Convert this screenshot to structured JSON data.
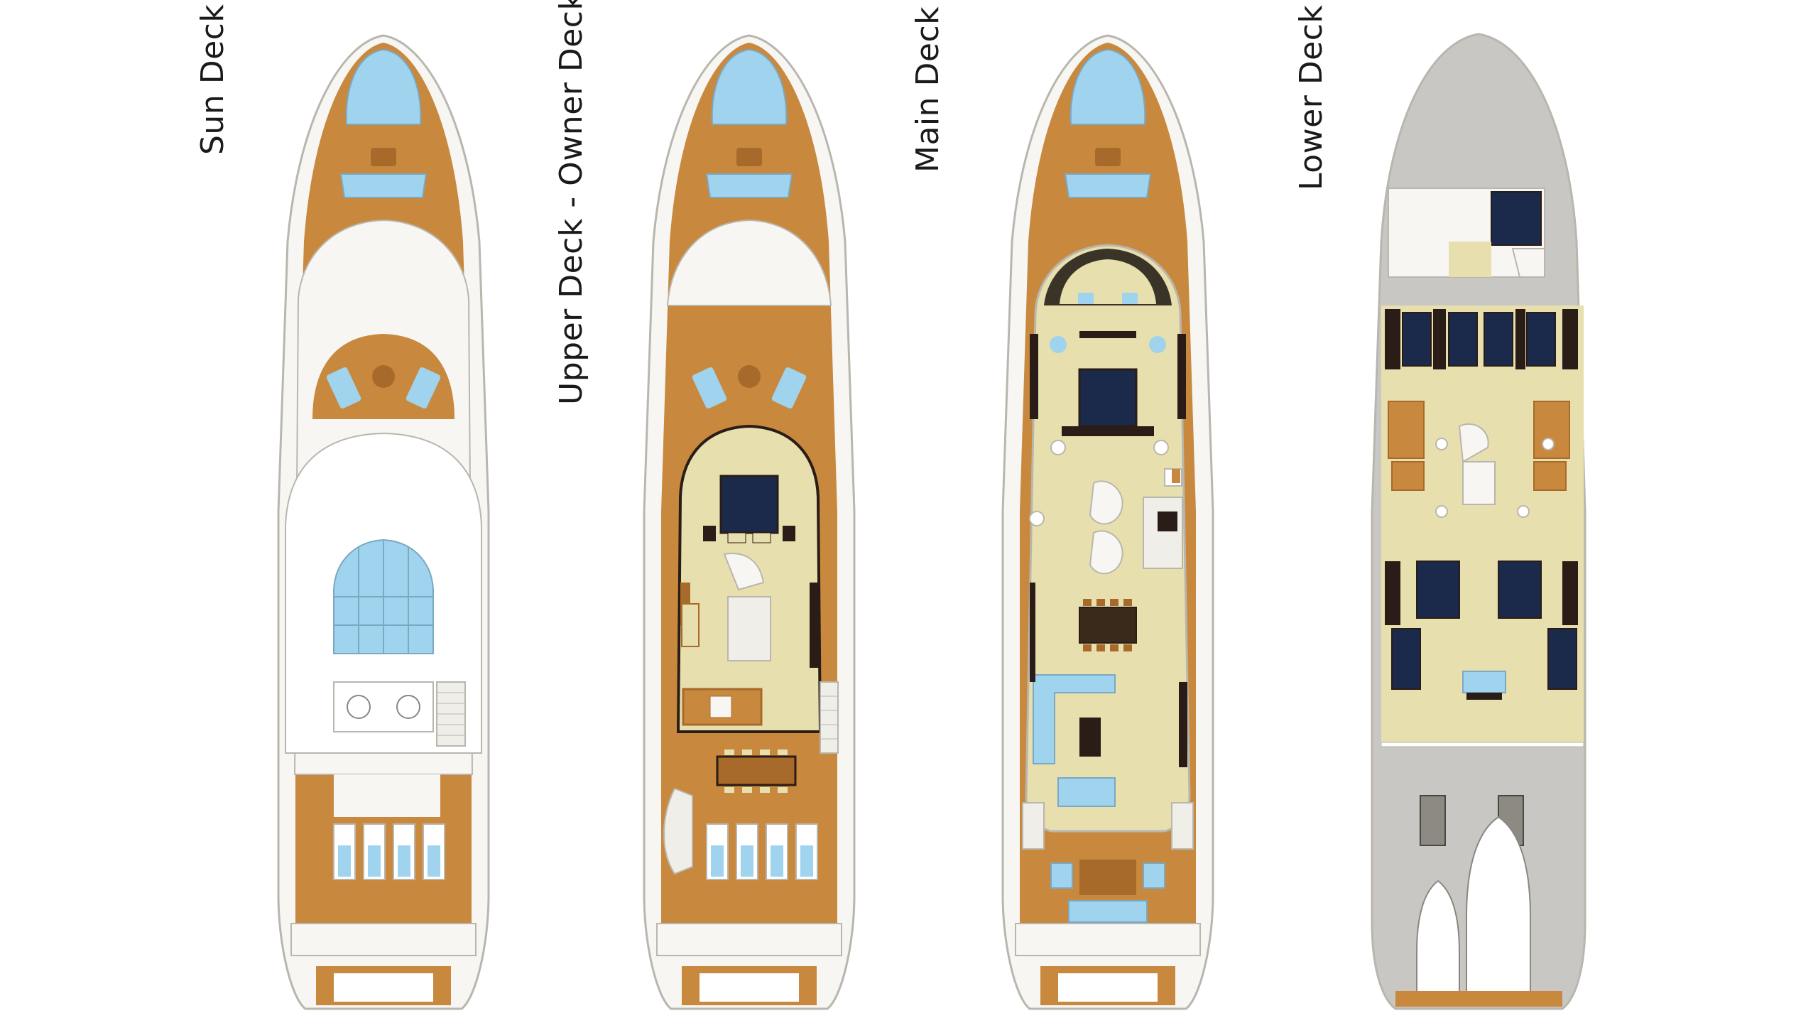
{
  "decks": [
    {
      "id": "sun",
      "label": "Sun Deck"
    },
    {
      "id": "upper",
      "label": "Upper Deck - Owner Deck"
    },
    {
      "id": "main",
      "label": "Main Deck"
    },
    {
      "id": "lower",
      "label": "Lower Deck"
    }
  ],
  "colors": {
    "teak": "#c8893e",
    "teak_dark": "#a86a2a",
    "hull_white": "#f7f6f3",
    "outline": "#b9b6ae",
    "interior_cream": "#e8dfae",
    "glass_blue": "#9fd3ee",
    "furniture_dark": "#2a1c16",
    "bed_navy": "#1b2a4a",
    "lower_gray": "#c9c7c3"
  }
}
